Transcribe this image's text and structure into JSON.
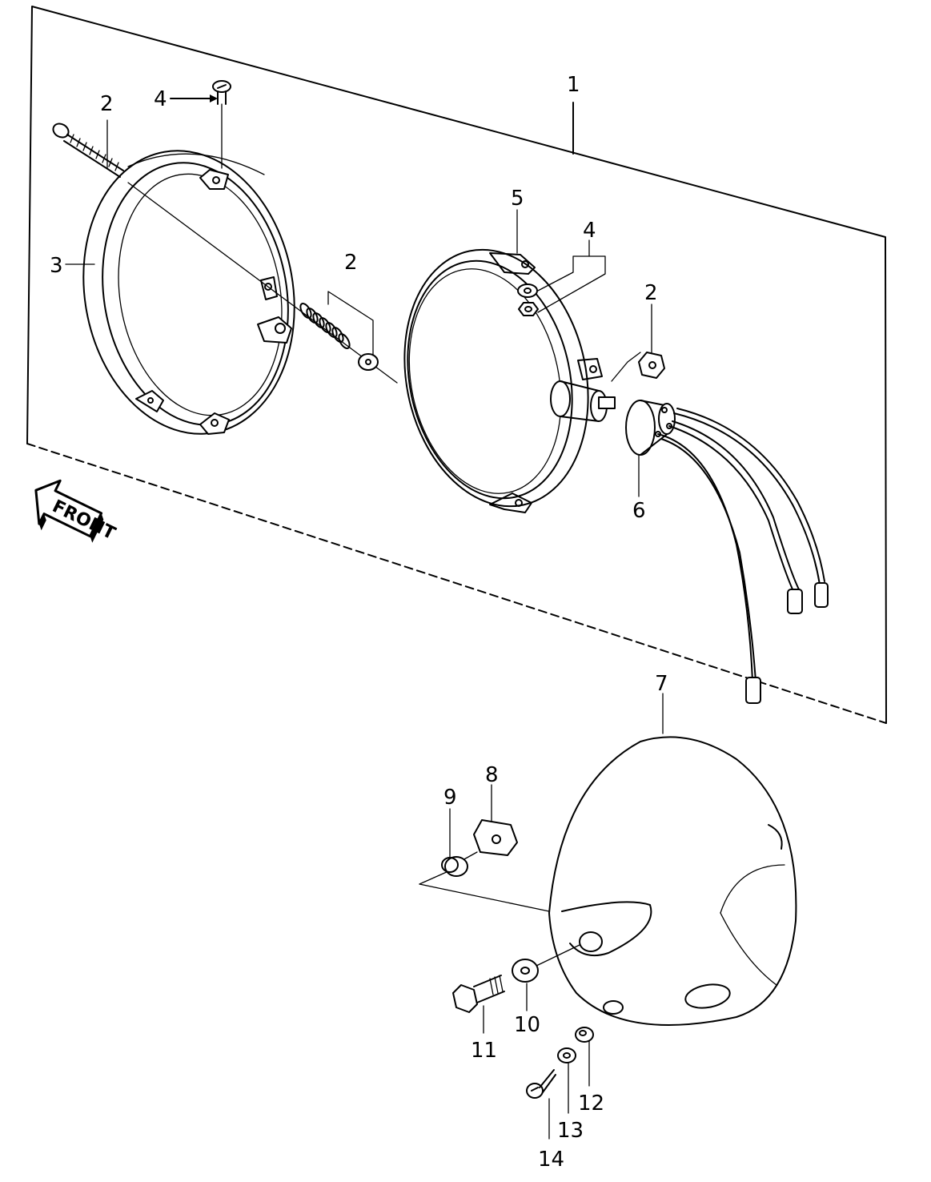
{
  "callouts": [
    {
      "id": "c1",
      "text": "1"
    },
    {
      "id": "c2a",
      "text": "2"
    },
    {
      "id": "c2b",
      "text": "2"
    },
    {
      "id": "c2c",
      "text": "2"
    },
    {
      "id": "c3",
      "text": "3"
    },
    {
      "id": "c4a",
      "text": "4"
    },
    {
      "id": "c4b",
      "text": "4"
    },
    {
      "id": "c5",
      "text": "5"
    },
    {
      "id": "c6",
      "text": "6"
    },
    {
      "id": "c7",
      "text": "7"
    },
    {
      "id": "c8",
      "text": "8"
    },
    {
      "id": "c9",
      "text": "9"
    },
    {
      "id": "c10",
      "text": "10"
    },
    {
      "id": "c11",
      "text": "11"
    },
    {
      "id": "c12",
      "text": "12"
    },
    {
      "id": "c13",
      "text": "13"
    },
    {
      "id": "c14",
      "text": "14"
    }
  ],
  "direction_marker": {
    "text": "FRONT",
    "icon": "front-arrow-icon"
  }
}
